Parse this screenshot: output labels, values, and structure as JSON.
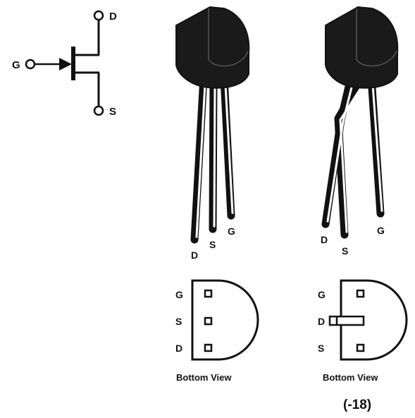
{
  "symbol": {
    "drain_label": "D",
    "gate_label": "G",
    "source_label": "S"
  },
  "package_left": {
    "lead_labels": {
      "d": "D",
      "s": "S",
      "g": "G"
    },
    "bottom_view": {
      "pin_labels": {
        "g": "G",
        "s": "S",
        "d": "D"
      },
      "caption": "Bottom View"
    }
  },
  "package_right": {
    "lead_labels": {
      "d": "D",
      "s": "S",
      "g": "G"
    },
    "bottom_view": {
      "pin_labels": {
        "g": "G",
        "d": "D",
        "s": "S"
      },
      "caption": "Bottom View"
    },
    "variant_label": "(-18)"
  },
  "colors": {
    "ink": "#111111",
    "body": "#1a1a1a",
    "paper": "#ffffff"
  }
}
